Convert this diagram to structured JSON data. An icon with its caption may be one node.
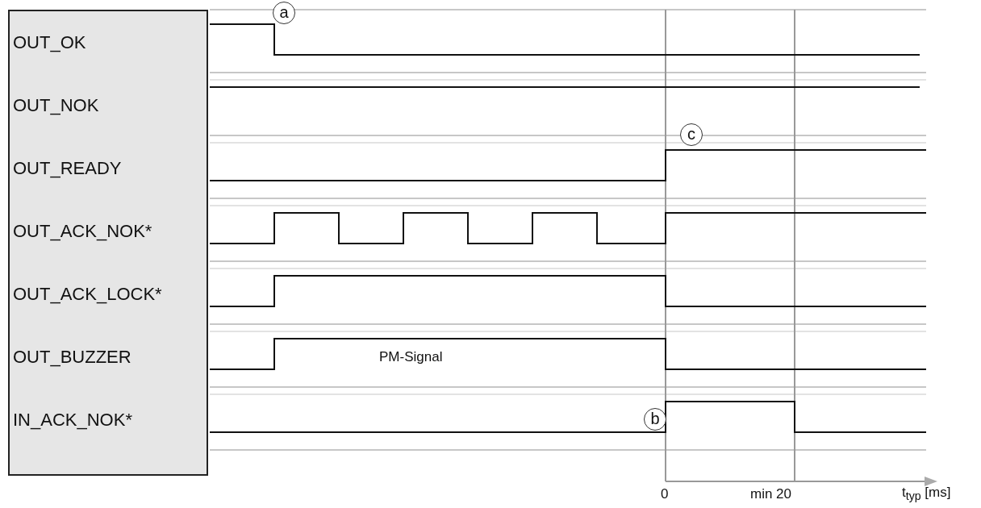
{
  "diagram": {
    "nodes": [
      {
        "text": [
          "OUT_OK",
          "OUT_NOK",
          "OUT_READY",
          "OUT_ACK_NOK*",
          "OUT_ACK_LOCK*",
          "OUT_BUZZER",
          "IN_ACK_NOK*"
        ]
      },
      {
        "text": [
          "a"
        ]
      },
      {
        "text": [
          "b"
        ]
      },
      {
        "text": [
          "c"
        ]
      }
    ],
    "labels": [
      "PM-Signal",
      "0",
      "min 20",
      "t$_{typ}$ [ms]"
    ]
  }
}
